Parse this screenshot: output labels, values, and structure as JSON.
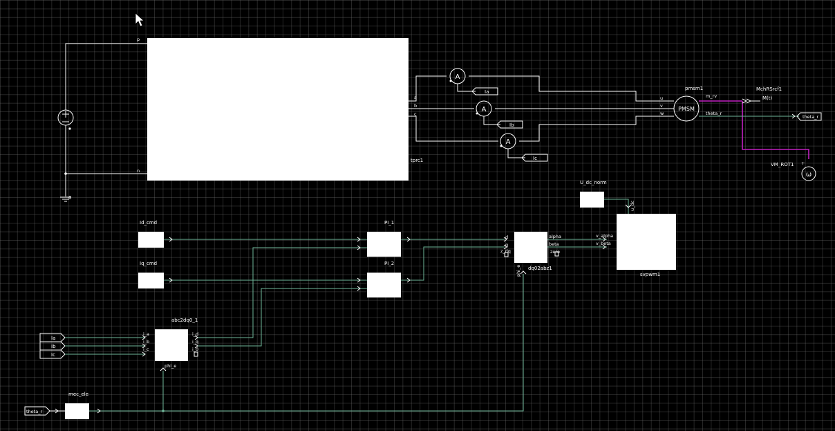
{
  "colors": {
    "background": "#000000",
    "wire_electrical": "#ffffff",
    "wire_signal": "#6fb89a",
    "wire_mechanical": "#c020c0",
    "block_fill": "#ffffff"
  },
  "icons": {
    "cursor": "arrow-cursor-icon",
    "dc_source": "voltage-source-icon",
    "ground": "ground-icon",
    "ammeter": "ammeter-icon",
    "speed_source": "rotational-speed-source-icon"
  },
  "inverter": {
    "name": "tprc1",
    "pin_p": "p",
    "pin_n": "n",
    "pin_a": "a",
    "pin_b": "b",
    "pin_c": "c"
  },
  "ground_label": "0",
  "ammeters": [
    {
      "symbol": "A",
      "tag": "Ia"
    },
    {
      "symbol": "A",
      "tag": "Ib"
    },
    {
      "symbol": "A",
      "tag": "Ic"
    }
  ],
  "motor": {
    "name": "pmsm1",
    "symbol": "PMSM",
    "pin_u": "u",
    "pin_v": "v",
    "pin_w": "w",
    "out_m": "m_rv",
    "out_theta": "theta_r"
  },
  "mech": {
    "name": "MchRSrcf1",
    "func": "M(t)",
    "source_name": "VM_ROT1",
    "source_symbol": "ω",
    "plus": "+"
  },
  "theta_tag": "theta_r",
  "udc": {
    "name": "U_dc_norm",
    "pin": "u_dc"
  },
  "id_cmd": {
    "name": "Id_cmd"
  },
  "iq_cmd": {
    "name": "Iq_cmd"
  },
  "pi1": {
    "name": "PI_1"
  },
  "pi2": {
    "name": "PI_2"
  },
  "dq02abz": {
    "name": "dq02abz1",
    "pin_d": "d",
    "pin_q": "q",
    "pin_z": "z_dq",
    "pin_phi": "phi_e",
    "out_alpha": "alpha",
    "out_beta": "beta",
    "out_zero": "zero"
  },
  "svpwm": {
    "name": "svpwm1",
    "in_alpha": "v_alpha",
    "in_beta": "v_beta"
  },
  "abc2dq0": {
    "name": "abc2dq0_1",
    "in_a": "i_a",
    "in_b": "i_b",
    "in_c": "i_c",
    "out_d": "i_d",
    "out_q": "i_q",
    "out_z": "i_0",
    "pin_phi": "phi_e"
  },
  "current_tags": [
    "Ia",
    "Ib",
    "Ic"
  ],
  "mec_ele": {
    "name": "mec_ele"
  }
}
